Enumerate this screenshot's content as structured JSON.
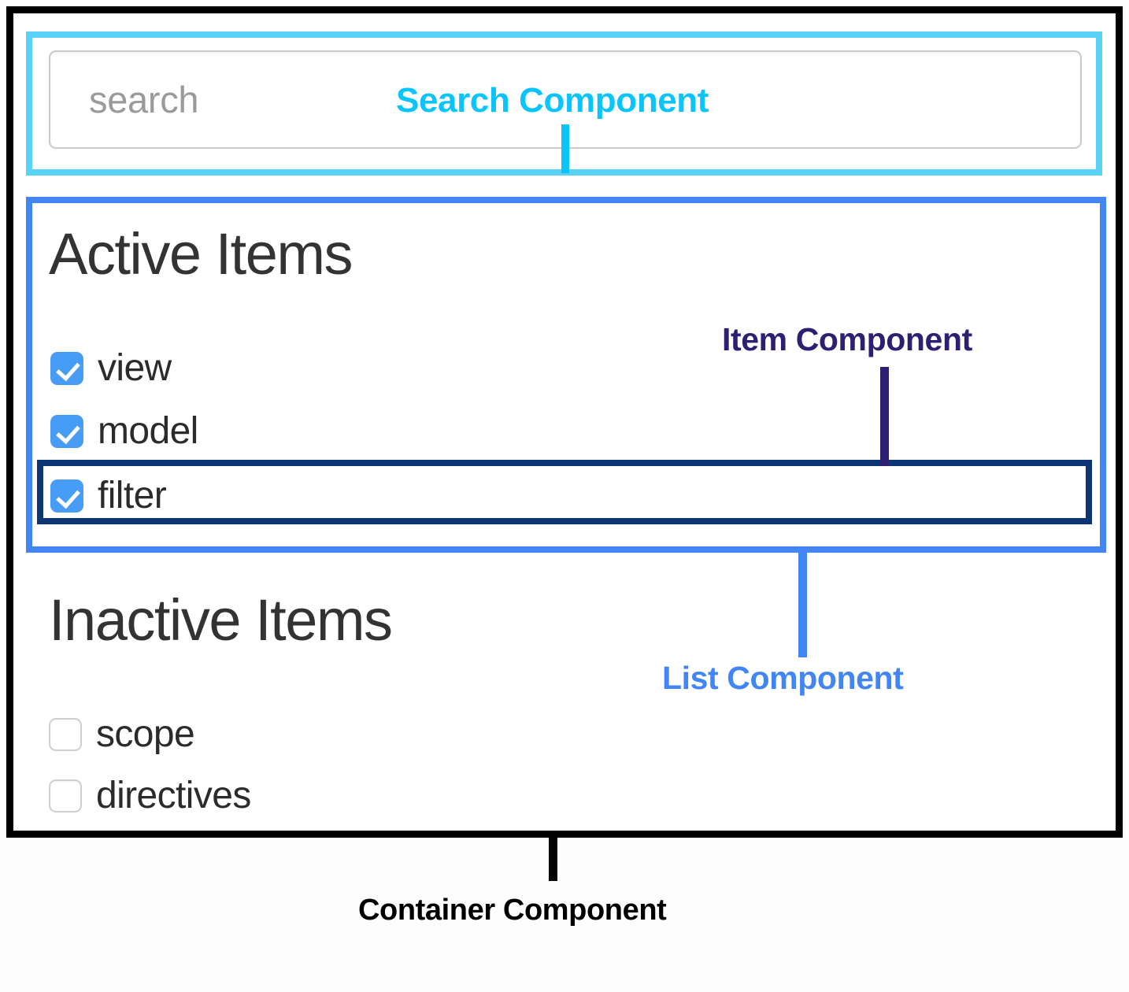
{
  "search": {
    "placeholder": "search",
    "value": ""
  },
  "sections": [
    {
      "title": "Active Items",
      "items": [
        {
          "label": "view",
          "checked": true
        },
        {
          "label": "model",
          "checked": true
        },
        {
          "label": "filter",
          "checked": true
        }
      ]
    },
    {
      "title": "Inactive Items",
      "items": [
        {
          "label": "scope",
          "checked": false
        },
        {
          "label": "directives",
          "checked": false
        }
      ]
    }
  ],
  "annotations": {
    "search_component": "Search Component",
    "item_component": "Item Component",
    "list_component": "List Component",
    "container_component": "Container Component"
  },
  "colors": {
    "search_component": "#0BC4FB",
    "search_box_border": "#5AD2F7",
    "list_component": "#4285F4",
    "item_component": "#2D1F72",
    "item_box_border": "#0B3573",
    "container_component": "#000000",
    "checkbox_checked": "#479CF6",
    "checkbox_unchecked_border": "#CFCFCF"
  }
}
